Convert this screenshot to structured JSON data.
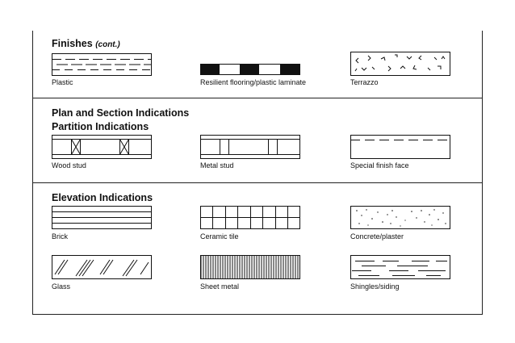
{
  "sections": {
    "finishes": {
      "title": "Finishes",
      "suffix": "(cont.)"
    },
    "plan_section": {
      "title": "Plan and Section Indications"
    },
    "partition": {
      "title": "Partition Indications"
    },
    "elevation": {
      "title": "Elevation Indications"
    }
  },
  "symbols": {
    "plastic": "Plastic",
    "resilient": "Resilient flooring/plastic laminate",
    "terrazzo": "Terrazzo",
    "wood_stud": "Wood stud",
    "metal_stud": "Metal stud",
    "special_finish": "Special finish face",
    "brick": "Brick",
    "ceramic_tile": "Ceramic tile",
    "concrete": "Concrete/plaster",
    "glass": "Glass",
    "sheet_metal": "Sheet metal",
    "shingles": "Shingles/siding"
  }
}
